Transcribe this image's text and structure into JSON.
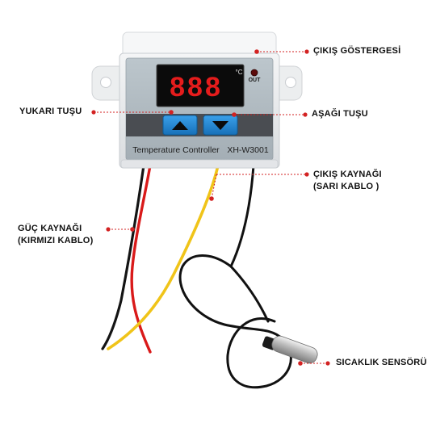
{
  "callouts": {
    "out_indicator": "ÇIKIŞ GÖSTERGESİ",
    "up_key": "YUKARI TUŞU",
    "down_key": "AŞAĞI TUŞU",
    "output_source_line1": "ÇIKIŞ KAYNAĞI",
    "output_source_line2": "(SARI KABLO )",
    "power_line1": "GÜÇ KAYNAĞI",
    "power_line2": "(KIRMIZI KABLO)",
    "temp_sensor": "SICAKLIK SENSÖRÜ"
  },
  "device": {
    "display_digits": "888",
    "unit_label": "°C",
    "out_label": "OUT",
    "product_label": "Temperature Controller",
    "model_label": "XH-W3001"
  },
  "colors": {
    "leader_red": "#d32222",
    "display_red": "#e51c1c",
    "button_blue": "#1f86d4",
    "wire_red": "#d91a1a",
    "wire_yellow": "#f0c419",
    "wire_black": "#111111"
  },
  "icons": {
    "up_button": "triangle-up",
    "down_button": "triangle-down"
  }
}
